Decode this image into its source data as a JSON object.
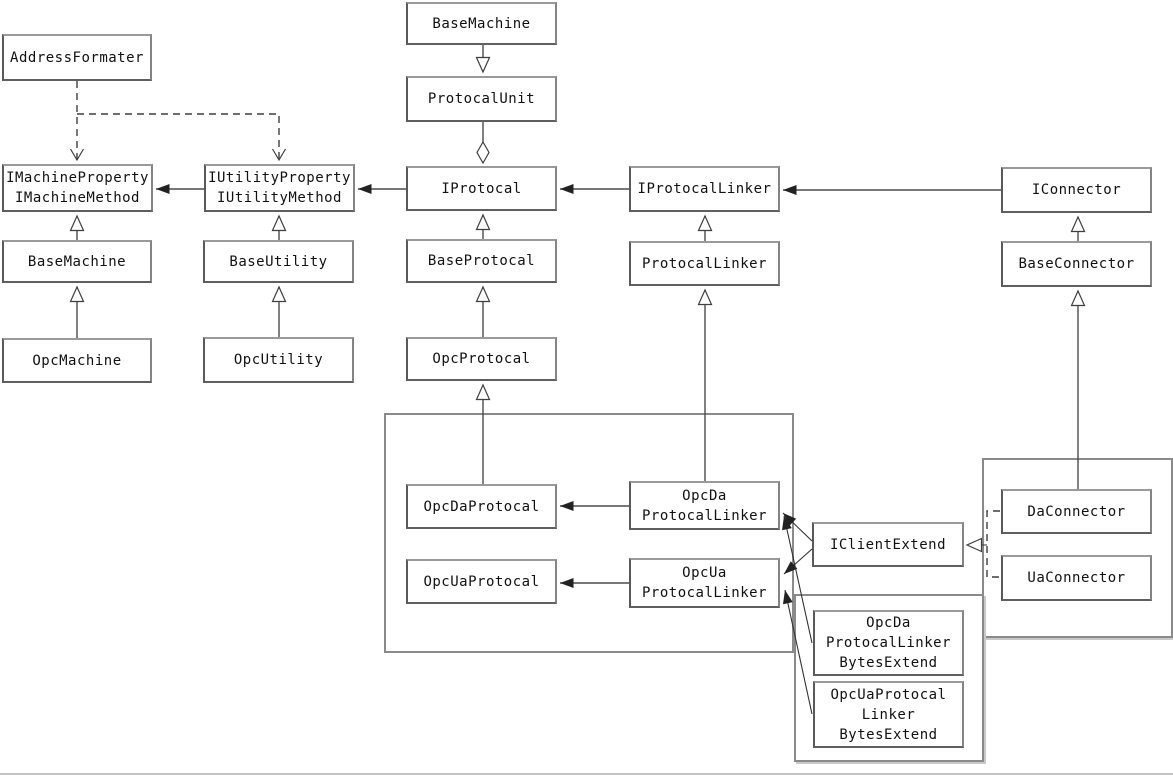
{
  "diagram": {
    "type": "uml-class-diagram",
    "colors": {
      "background": "#ffffff",
      "box_border": "#848484",
      "container_border": "#8a8a8a",
      "line": "#4c4c4c",
      "text": "#111111"
    },
    "nodes": {
      "address_formater": {
        "label": "AddressFormater"
      },
      "i_machine": {
        "label": "IMachineProperty\nIMachineMethod"
      },
      "i_utility": {
        "label": "IUtilityProperty\nIUtilityMethod"
      },
      "base_machine_left": {
        "label": "BaseMachine"
      },
      "opc_machine": {
        "label": "OpcMachine"
      },
      "base_utility": {
        "label": "BaseUtility"
      },
      "opc_utility": {
        "label": "OpcUtility"
      },
      "base_machine_top": {
        "label": "BaseMachine"
      },
      "protocal_unit": {
        "label": "ProtocalUnit"
      },
      "i_protocal": {
        "label": "IProtocal"
      },
      "base_protocal": {
        "label": "BaseProtocal"
      },
      "opc_protocal": {
        "label": "OpcProtocal"
      },
      "opc_da_protocal": {
        "label": "OpcDaProtocal"
      },
      "opc_ua_protocal": {
        "label": "OpcUaProtocal"
      },
      "i_protocal_linker": {
        "label": "IProtocalLinker"
      },
      "protocal_linker": {
        "label": "ProtocalLinker"
      },
      "opc_da_linker": {
        "label": "OpcDa\nProtocalLinker"
      },
      "opc_ua_linker": {
        "label": "OpcUa\nProtocalLinker"
      },
      "i_client_extend": {
        "label": "IClientExtend"
      },
      "i_connector": {
        "label": "IConnector"
      },
      "base_connector": {
        "label": "BaseConnector"
      },
      "da_connector": {
        "label": "DaConnector"
      },
      "ua_connector": {
        "label": "UaConnector"
      },
      "opc_da_bytes": {
        "label": "OpcDa\nProtocalLinker\nBytesExtend"
      },
      "opc_ua_bytes": {
        "label": "OpcUaProtocal\nLinker\nBytesExtend"
      }
    },
    "edges": [
      {
        "from": "BaseMachine (top)",
        "to": "ProtocalUnit",
        "type": "generalization"
      },
      {
        "from": "ProtocalUnit",
        "to": "IProtocal",
        "type": "aggregation"
      },
      {
        "from": "AddressFormater",
        "to": "IMachineProperty/IMachineMethod",
        "type": "dependency-dashed"
      },
      {
        "from": "AddressFormater",
        "to": "IUtilityProperty/IUtilityMethod",
        "type": "dependency-dashed"
      },
      {
        "from": "IUtilityProperty/IUtilityMethod",
        "to": "IMachineProperty/IMachineMethod",
        "type": "association"
      },
      {
        "from": "IProtocal",
        "to": "IUtilityProperty/IUtilityMethod",
        "type": "association"
      },
      {
        "from": "IProtocalLinker",
        "to": "IProtocal",
        "type": "association"
      },
      {
        "from": "IConnector",
        "to": "IProtocalLinker",
        "type": "association"
      },
      {
        "from": "BaseMachine (left)",
        "to": "IMachineProperty/IMachineMethod",
        "type": "generalization"
      },
      {
        "from": "OpcMachine",
        "to": "BaseMachine (left)",
        "type": "generalization"
      },
      {
        "from": "BaseUtility",
        "to": "IUtilityProperty/IUtilityMethod",
        "type": "generalization"
      },
      {
        "from": "OpcUtility",
        "to": "BaseUtility",
        "type": "generalization"
      },
      {
        "from": "BaseProtocal",
        "to": "IProtocal",
        "type": "generalization"
      },
      {
        "from": "OpcProtocal",
        "to": "BaseProtocal",
        "type": "generalization"
      },
      {
        "from": "OpcDaProtocal",
        "to": "OpcProtocal",
        "type": "generalization"
      },
      {
        "from": "ProtocalLinker",
        "to": "IProtocalLinker",
        "type": "generalization"
      },
      {
        "from": "OpcDa ProtocalLinker",
        "to": "ProtocalLinker",
        "type": "generalization"
      },
      {
        "from": "BaseConnector",
        "to": "IConnector",
        "type": "generalization"
      },
      {
        "from": "DaConnector",
        "to": "BaseConnector",
        "type": "generalization"
      },
      {
        "from": "OpcDa ProtocalLinker",
        "to": "OpcDaProtocal",
        "type": "association"
      },
      {
        "from": "OpcUa ProtocalLinker",
        "to": "OpcUaProtocal",
        "type": "association"
      },
      {
        "from": "IClientExtend",
        "to": "OpcDa ProtocalLinker",
        "type": "association"
      },
      {
        "from": "IClientExtend",
        "to": "OpcUa ProtocalLinker",
        "type": "association"
      },
      {
        "from": "OpcDa ProtocalLinker BytesExtend",
        "to": "OpcDa ProtocalLinker",
        "type": "association"
      },
      {
        "from": "OpcUa ProtocalLinker BytesExtend",
        "to": "OpcUa ProtocalLinker",
        "type": "association"
      },
      {
        "from": "DaConnector",
        "to": "IClientExtend",
        "type": "realization-dashed"
      },
      {
        "from": "UaConnector",
        "to": "IClientExtend",
        "type": "realization-dashed"
      }
    ]
  }
}
